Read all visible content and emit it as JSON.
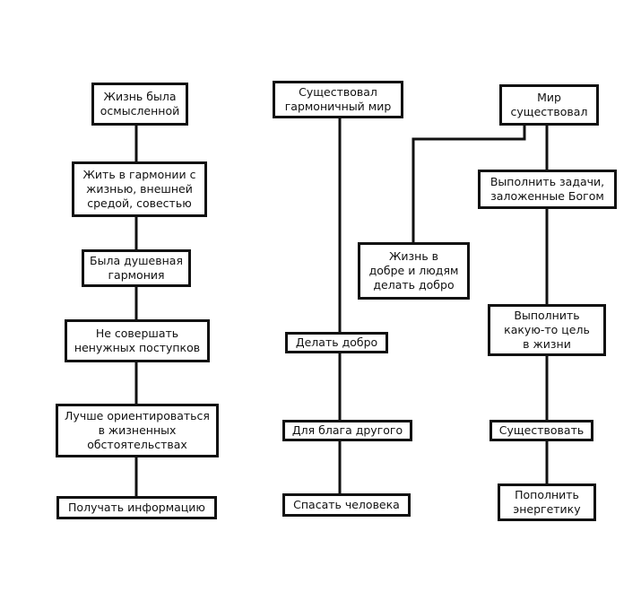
{
  "diagram": {
    "nodes": {
      "c1_1": "Жизнь была\nосмысленной",
      "c1_2": "Жить в гармонии с\nжизнью, внешней\nсредой, совестью",
      "c1_3": "Была душевная\nгармония",
      "c1_4": "Не совершать\nненужных поступков",
      "c1_5": "Лучше ориентироваться\nв жизненных\nобстоятельствах",
      "c1_6": "Получать информацию",
      "c2_1": "Существовал\nгармоничный мир",
      "c2_2": "Делать добро",
      "c2_3": "Для блага другого",
      "c2_4": "Спасать человека",
      "c3_1": "Мир\nсуществовал",
      "c3_side": "Жизнь в\nдобре и людям\nделать добро",
      "c3_2": "Выполнить задачи,\nзаложенные Богом",
      "c3_3": "Выполнить\nкакую-то цель\nв жизни",
      "c3_4": "Существовать",
      "c3_5": "Пополнить\nэнергетику"
    }
  }
}
